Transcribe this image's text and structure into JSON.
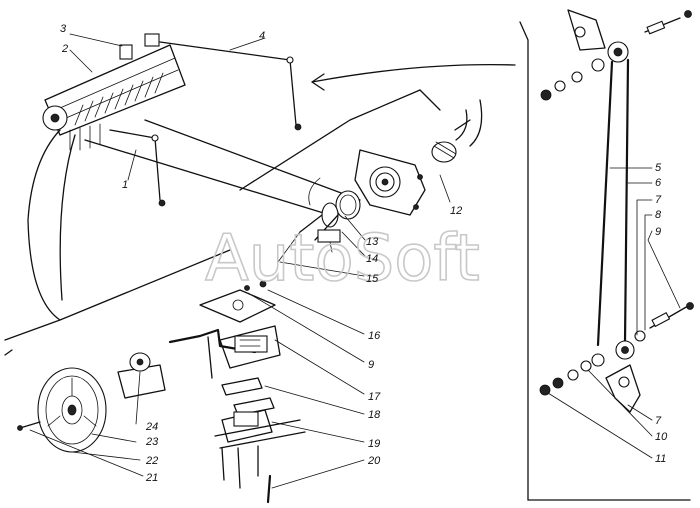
{
  "watermark": "AutoSoft",
  "callouts": {
    "c1": "1",
    "c2": "2",
    "c3": "3",
    "c4": "4",
    "c5": "5",
    "c6": "6",
    "c7a": "7",
    "c7b": "7",
    "c8": "8",
    "c9a": "9",
    "c9b": "9",
    "c10": "10",
    "c11": "11",
    "c12": "12",
    "c13": "13",
    "c14": "14",
    "c15": "15",
    "c16": "16",
    "c17": "17",
    "c18": "18",
    "c19": "19",
    "c20": "20",
    "c21": "21",
    "c22": "22",
    "c23": "23",
    "c24": "24"
  }
}
